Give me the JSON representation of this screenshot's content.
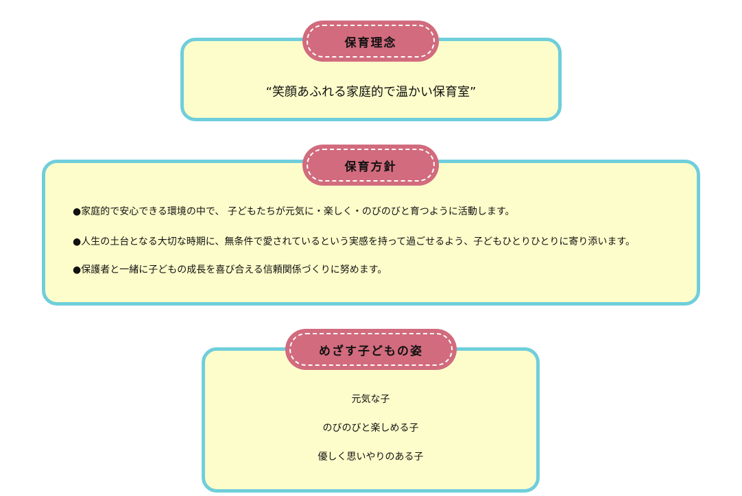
{
  "philosophy": {
    "title": "保育理念",
    "text": "“笑顔あふれる家庭的で温かい保育室”"
  },
  "policy": {
    "title": "保育方針",
    "items": [
      "●家庭的で安心できる環境の中で、 子どもたちが元気に・楽しく・のびのびと育つように活動します。",
      "●人生の土台となる大切な時期に、無条件で愛されているという実感を持って過ごせるよう、子どもひとりひとりに寄り添います。",
      "●保護者と一緒に子どもの成長を喜び合える信頼関係づくりに努めます。"
    ]
  },
  "goals": {
    "title": "めざす子どもの姿",
    "items": [
      "元気な子",
      "のびのびと楽しめる子",
      "優しく思いやりのある子"
    ]
  }
}
